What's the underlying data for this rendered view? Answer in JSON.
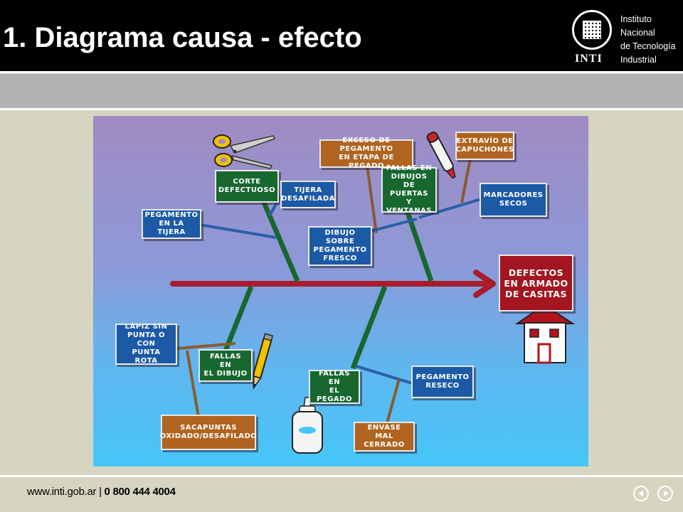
{
  "header": {
    "title": "1. Diagrama causa - efecto",
    "logo_abbr": "INTI",
    "logo_name": [
      "Instituto",
      "Nacional",
      "de Tecnología",
      "Industrial"
    ]
  },
  "diagram": {
    "effect": "DEFECTOS\nEN ARMADO\nDE CASITAS",
    "causes": {
      "corte_defectuoso": "CORTE\nDEFECTUOSO",
      "tijera_desafilada": "TIJERA\nDESAFILADA",
      "pegamento_tijera": "PEGAMENTO\nEN LA TIJERA",
      "exceso_pegamento": "EXCESO DE PEGAMENTO\nEN ETAPA DE PEGADO",
      "fallas_dibujos_puertas": "FALLAS EN\nDIBUJOS DE\nPUERTAS\nY VENTANAS",
      "extravio_capuchones": "EXTRAVÍO DE\nCAPUCHONES",
      "marcadores_secos": "MARCADORES\nSECOS",
      "dibujo_sobre_pegamento": "DIBUJO SOBRE\nPEGAMENTO\nFRESCO",
      "lapiz_sin_punta": "LÁPIZ SIN\nPUNTA O CON\nPUNTA ROTA",
      "fallas_dibujo": "FALLAS EN\nEL DIBUJO",
      "sacapuntas": "SACAPUNTAS\nOXIDADO/DESAFILADO",
      "fallas_pegado": "FALLAS EN\nEL PEGADO",
      "pegamento_reseco": "PEGAMENTO\nRESECO",
      "envase_mal_cerrado": "ENVASE MAL\nCERRADO"
    }
  },
  "colors": {
    "spine": "#a81c2c",
    "bone_green": "#17672f",
    "twig_blue": "#2a5fa8",
    "twig_brown": "#8a5a30"
  },
  "footer": {
    "url": "www.inti.gob.ar | ",
    "phone": "0 800 444 4004"
  },
  "nav": {
    "prev_icon": "circle-arrow-left-icon",
    "next_icon": "circle-arrow-right-icon"
  }
}
